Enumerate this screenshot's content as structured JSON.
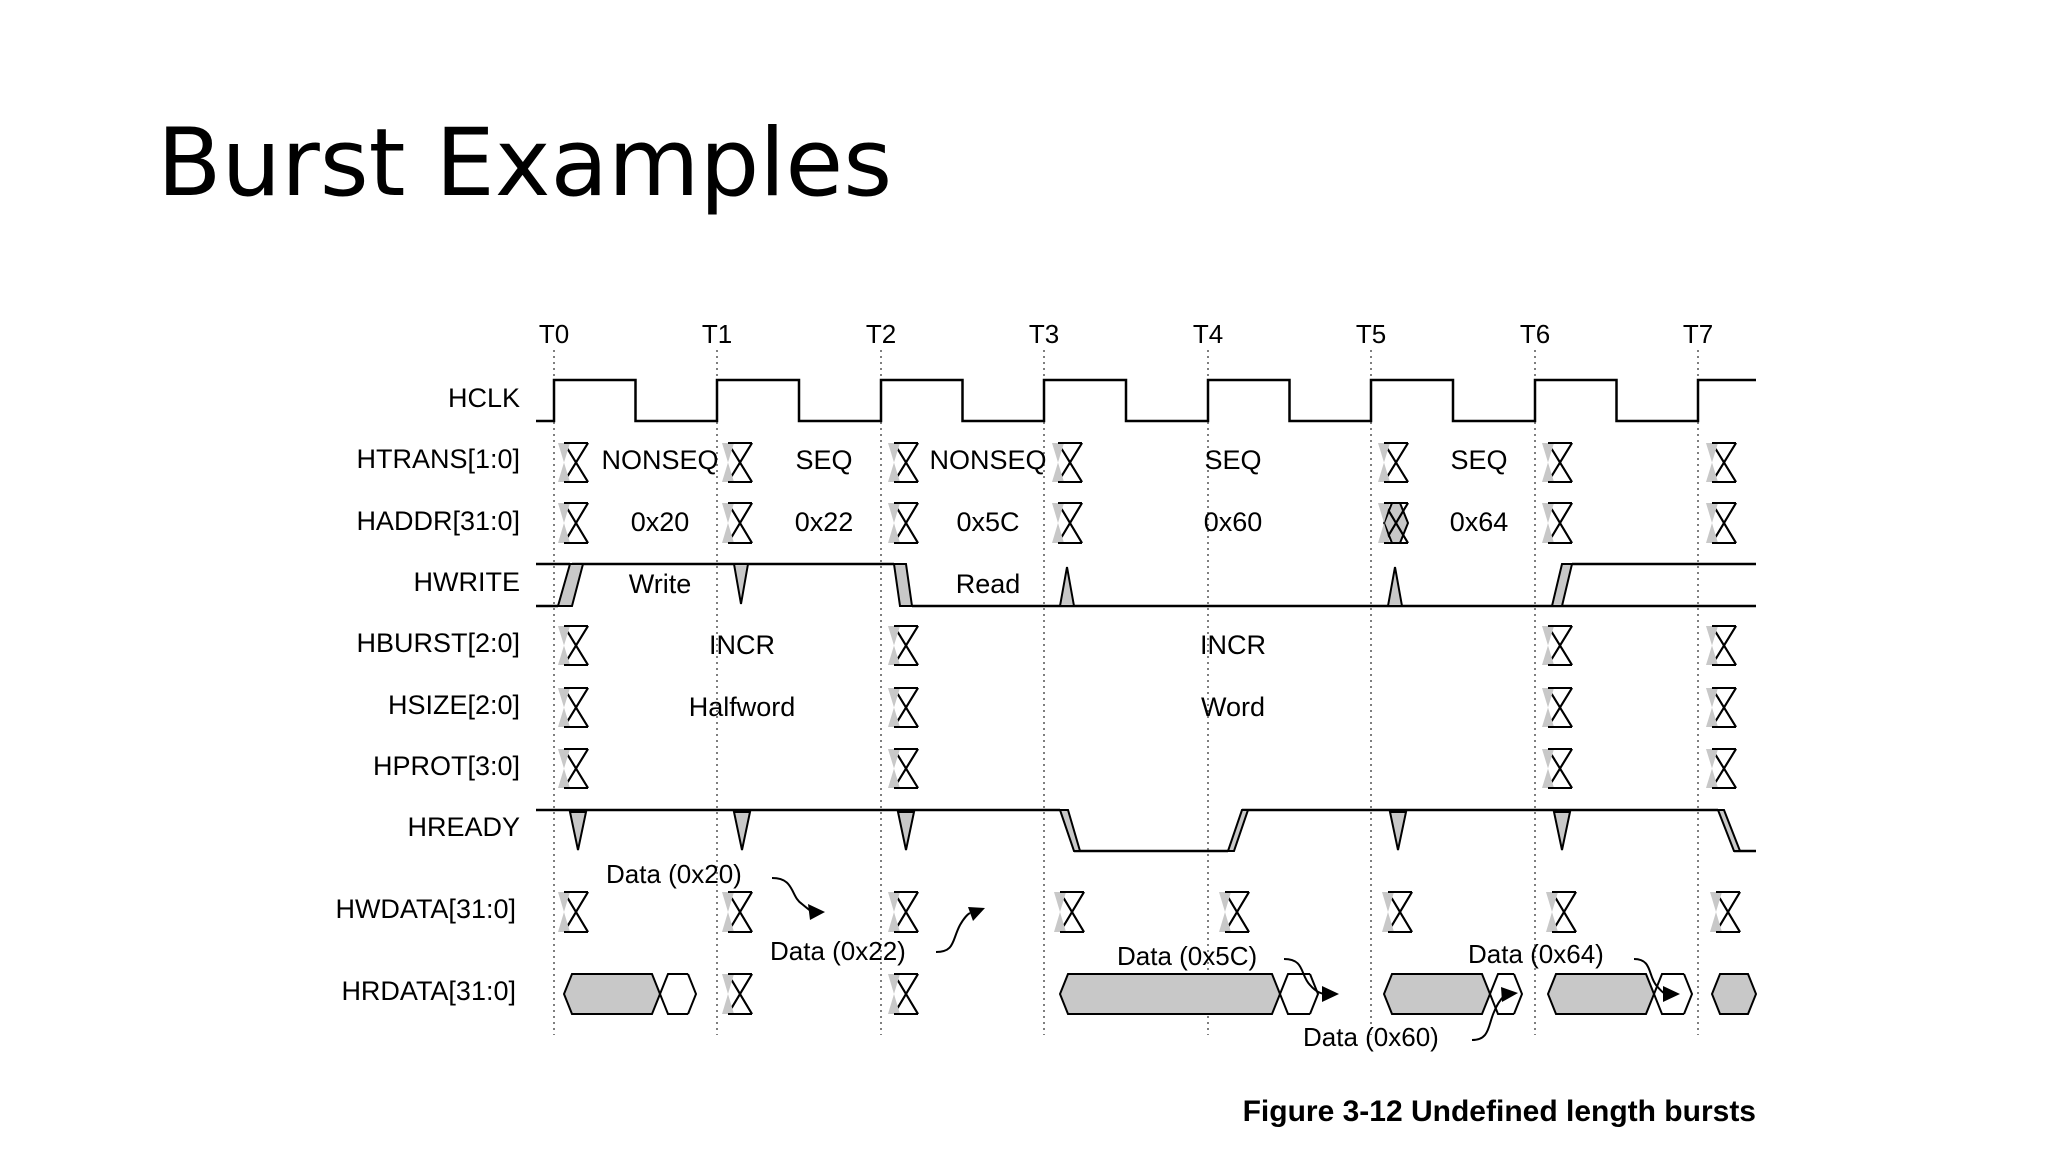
{
  "slide": {
    "title": "Burst Examples",
    "caption": "Figure 3-12 Undefined length bursts"
  },
  "diagram": {
    "clock_labels": [
      "T0",
      "T1",
      "T2",
      "T3",
      "T4",
      "T5",
      "T6",
      "T7"
    ],
    "signals": [
      {
        "key": "hclk",
        "name": "HCLK"
      },
      {
        "key": "htrans",
        "name": "HTRANS[1:0]"
      },
      {
        "key": "haddr",
        "name": "HADDR[31:0]"
      },
      {
        "key": "hwrite",
        "name": "HWRITE"
      },
      {
        "key": "hburst",
        "name": "HBURST[2:0]"
      },
      {
        "key": "hsize",
        "name": "HSIZE[2:0]"
      },
      {
        "key": "hprot",
        "name": "HPROT[3:0]"
      },
      {
        "key": "hready",
        "name": "HREADY"
      },
      {
        "key": "hwdata",
        "name": "HWDATA[31:0]"
      },
      {
        "key": "hrdata",
        "name": "HRDATA[31:0]"
      }
    ],
    "htrans_values": [
      "NONSEQ",
      "SEQ",
      "NONSEQ",
      "SEQ",
      "SEQ"
    ],
    "haddr_values": [
      "0x20",
      "0x22",
      "0x5C",
      "0x60",
      "0x64"
    ],
    "hwrite_values": [
      "Write",
      "Read"
    ],
    "hburst_values": [
      "INCR",
      "INCR"
    ],
    "hsize_values": [
      "Halfword",
      "Word"
    ],
    "annotations": [
      "Data (0x20)",
      "Data (0x22)",
      "Data (0x5C)",
      "Data (0x64)",
      "Data (0x60)"
    ],
    "colors": {
      "line": "#000000",
      "shade": "#c8c8c8",
      "grid": "#555555"
    }
  }
}
